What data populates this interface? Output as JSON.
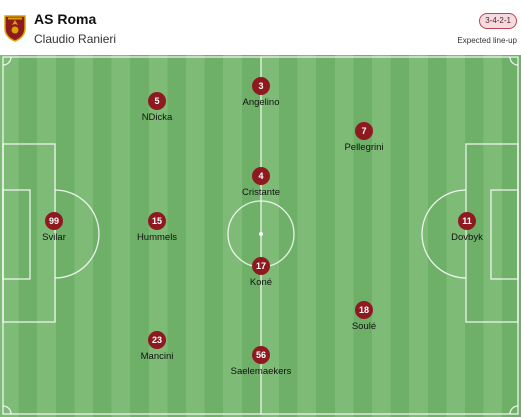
{
  "header": {
    "team_name": "AS Roma",
    "coach": "Claudio Ranieri",
    "formation": "3-4-2-1",
    "lineup_label": "Expected line-up"
  },
  "colors": {
    "player_badge": "#8e1a20",
    "pitch_light": "#7dbb77",
    "pitch_dark": "#6fb069",
    "formation_border": "#c0424e"
  },
  "players": [
    {
      "number": "99",
      "name": "Svilar"
    },
    {
      "number": "15",
      "name": "Hummels"
    },
    {
      "number": "5",
      "name": "NDicka"
    },
    {
      "number": "23",
      "name": "Mancini"
    },
    {
      "number": "3",
      "name": "Angelino"
    },
    {
      "number": "4",
      "name": "Cristante"
    },
    {
      "number": "17",
      "name": "Koné"
    },
    {
      "number": "56",
      "name": "Saelemaekers"
    },
    {
      "number": "7",
      "name": "Pellegrini"
    },
    {
      "number": "18",
      "name": "Soulé"
    },
    {
      "number": "11",
      "name": "Dovbyk"
    }
  ]
}
